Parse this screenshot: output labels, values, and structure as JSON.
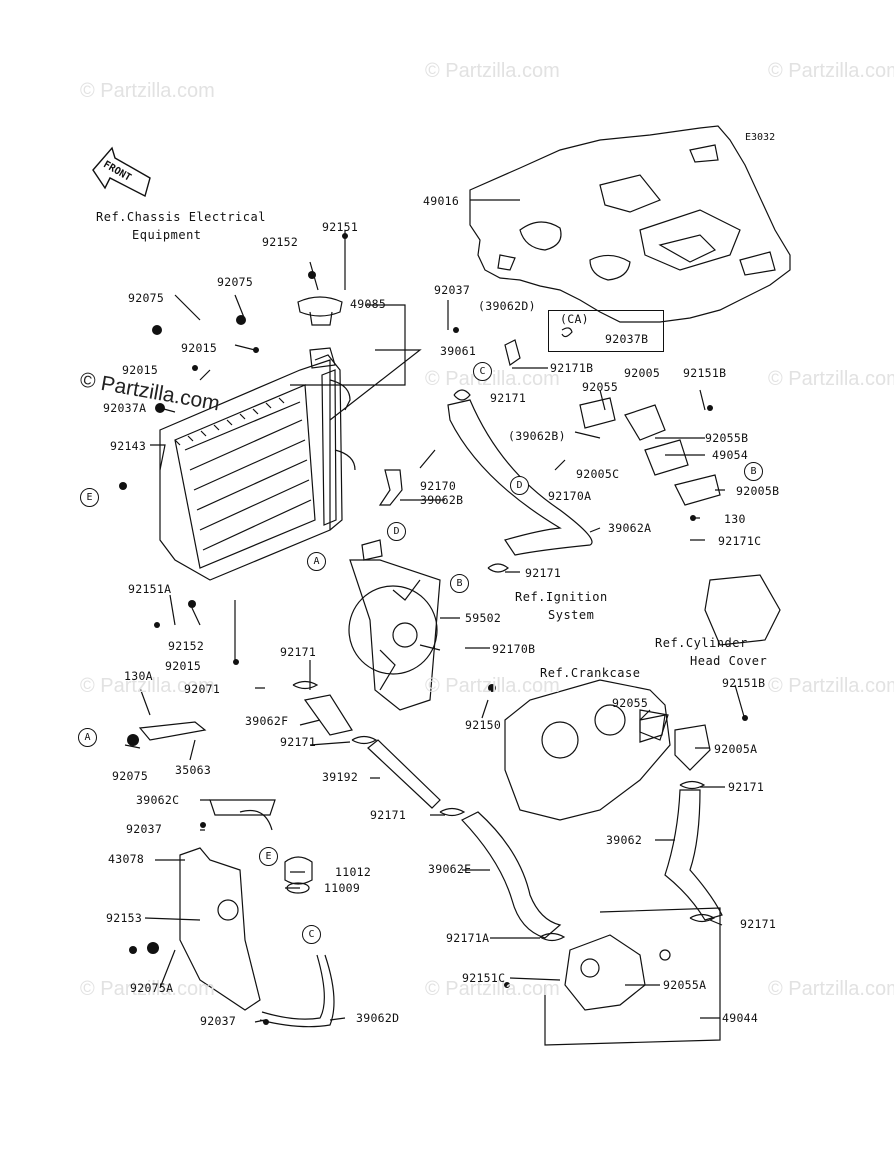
{
  "diagram_code": "E3032",
  "watermark": "© Partzilla.com",
  "front_label": "FRONT",
  "ca_box": {
    "title": "(CA)",
    "part": "92037B"
  },
  "refs": {
    "chassis_electrical_1": "Ref.Chassis Electrical",
    "chassis_electrical_2": "Equipment",
    "ignition_1": "Ref.Ignition",
    "ignition_2": "System",
    "cylinder_head_1": "Ref.Cylinder",
    "cylinder_head_2": "Head Cover",
    "crankcase": "Ref.Crankcase"
  },
  "circles": {
    "a": "A",
    "b": "B",
    "c": "C",
    "d": "D",
    "e": "E"
  },
  "parts": {
    "p49016": "49016",
    "p92151_top": "92151",
    "p92152_top": "92152",
    "p92075_l": "92075",
    "p92075_m": "92075",
    "p49085": "49085",
    "p92037_top": "92037",
    "p39062D_par": "(39062D)",
    "p92015_a": "92015",
    "p39061": "39061",
    "p92015_b": "92015",
    "p92171B": "92171B",
    "p92037A": "92037A",
    "p92171_a": "92171",
    "p92055_top": "92055",
    "p92005": "92005",
    "p92151B_top": "92151B",
    "p92143": "92143",
    "p39062B_par": "(39062B)",
    "p92055B": "92055B",
    "p49054": "49054",
    "p92005C": "92005C",
    "p92170": "92170",
    "p92170A": "92170A",
    "p92005B": "92005B",
    "p39062B": "39062B",
    "p130": "130",
    "p39062A": "39062A",
    "p92171C": "92171C",
    "p92171_b": "92171",
    "p92151A": "92151A",
    "p59502": "59502",
    "p92152_b": "92152",
    "p92015_c": "92015",
    "p92171_c": "92171",
    "p92170B": "92170B",
    "p130A": "130A",
    "p92071": "92071",
    "p92150": "92150",
    "p92151B_b": "92151B",
    "p92055_b": "92055",
    "p39062F": "39062F",
    "p92005A": "92005A",
    "p92171_d": "92171",
    "p92075_b": "92075",
    "p35063": "35063",
    "p39192": "39192",
    "p92171_e": "92171",
    "p39062C": "39062C",
    "p92171_f": "92171",
    "p92037_b": "92037",
    "p39062": "39062",
    "p43078": "43078",
    "p11012": "11012",
    "p11009": "11009",
    "p39062E": "39062E",
    "p92153": "92153",
    "p92171_g": "92171",
    "p92171A": "92171A",
    "p92075A": "92075A",
    "p92151C": "92151C",
    "p92055A": "92055A",
    "p92037_c": "92037",
    "p39062D": "39062D",
    "p49044": "49044"
  }
}
